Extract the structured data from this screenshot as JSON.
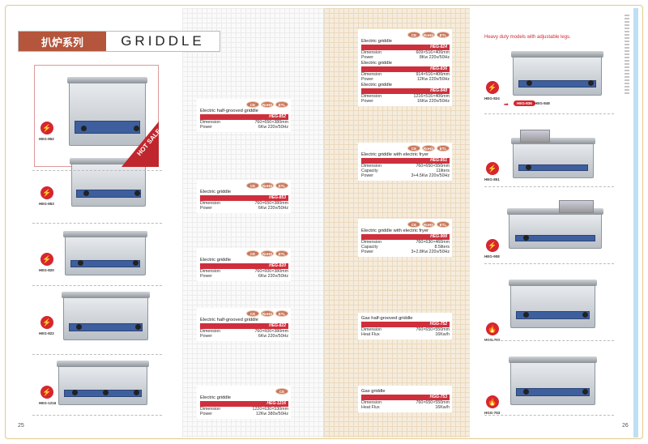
{
  "header": {
    "category_cn": "扒炉系列",
    "title": "GRIDDLE"
  },
  "hot_sale": "HOT SALE",
  "pages": {
    "left": "25",
    "right": "26"
  },
  "note": "Heavy duty models with adjustable legs.",
  "certs": [
    "CE",
    "RoHS",
    "ETL"
  ],
  "colors": {
    "accent": "#cf2f3c",
    "header": "#b4553c",
    "panel": "#3e5f9e"
  },
  "left_products": [
    {
      "model": "HEG-852",
      "type": "electric"
    },
    {
      "model": "HEG-853",
      "type": "electric"
    },
    {
      "model": "HEG-820",
      "type": "electric"
    },
    {
      "model": "HEG-822",
      "type": "electric"
    },
    {
      "model": "HEG-1216",
      "type": "electric"
    }
  ],
  "right_products": [
    {
      "model": "HEG-824",
      "type": "electric",
      "model_alt": "HEG-836",
      "model_alt2": "HEG-848"
    },
    {
      "model": "HEG-851",
      "type": "electric"
    },
    {
      "model": "HEG-908",
      "type": "electric"
    },
    {
      "model": "HGG-752",
      "type": "gas"
    },
    {
      "model": "HGG-753",
      "type": "gas"
    }
  ],
  "left_cards": [
    {
      "certs": 3,
      "entries": [
        {
          "title": "Electric half-grooved griddle",
          "code": "HEG-852",
          "specs": [
            [
              "Dimension",
              "760×650×380mm"
            ],
            [
              "Power",
              "6Kw   220v/50Hz"
            ]
          ]
        }
      ]
    },
    {
      "certs": 3,
      "entries": [
        {
          "title": "Electric griddle",
          "code": "HEG-853",
          "specs": [
            [
              "Dimension",
              "760×650×380mm"
            ],
            [
              "Power",
              "6Kw   220v/50Hz"
            ]
          ]
        }
      ]
    },
    {
      "certs": 3,
      "entries": [
        {
          "title": "Electric griddle",
          "code": "HEG-820",
          "specs": [
            [
              "Dimension",
              "760×600×380mm"
            ],
            [
              "Power",
              "6Kw   220v/50Hz"
            ]
          ]
        }
      ]
    },
    {
      "certs": 3,
      "entries": [
        {
          "title": "Electric half-grooved griddle",
          "code": "HEG-822",
          "specs": [
            [
              "Dimension",
              "760×600×380mm"
            ],
            [
              "Power",
              "6Kw   220v/50Hz"
            ]
          ]
        }
      ]
    },
    {
      "certs": 1,
      "entries": [
        {
          "title": "Electric griddle",
          "code": "HEG-1216",
          "specs": [
            [
              "Dimension",
              "1220×630×530mm"
            ],
            [
              "Power",
              "12Kw   380v/50Hz"
            ]
          ]
        }
      ]
    }
  ],
  "right_cards": [
    {
      "certs": 3,
      "entries": [
        {
          "title": "Electric griddle",
          "code": "HEG-824",
          "specs": [
            [
              "Dimension",
              "609×516×406mm"
            ],
            [
              "Power",
              "8Kw   220v/50Hz"
            ]
          ]
        },
        {
          "title": "Electric griddle",
          "code": "HEG-836",
          "specs": [
            [
              "Dimension",
              "914×516×406mm"
            ],
            [
              "Power",
              "12Kw   220v/50Hz"
            ]
          ]
        },
        {
          "title": "Electric griddle",
          "code": "HEG-848",
          "specs": [
            [
              "Dimension",
              "1216×516×406mm"
            ],
            [
              "Power",
              "16Kw   220v/50Hz"
            ]
          ]
        }
      ]
    },
    {
      "certs": 3,
      "entries": [
        {
          "title": "Electric griddle with electric fryer",
          "code": "HEG-851",
          "specs": [
            [
              "Dimension",
              "760×650×550mm"
            ],
            [
              "Capacity",
              "11liters"
            ],
            [
              "Power",
              "3+4.5Kw 220v/50Hz"
            ]
          ]
        }
      ]
    },
    {
      "certs": 3,
      "entries": [
        {
          "title": "Electric griddle with electric fryer",
          "code": "HEG-908",
          "specs": [
            [
              "Dimension",
              "760×630×460mm"
            ],
            [
              "Capacity",
              "8.5liters"
            ],
            [
              "Power",
              "3+2.8Kw 220v/50Hz"
            ]
          ]
        }
      ]
    },
    {
      "certs": 0,
      "entries": [
        {
          "title": "Gas half-grooved griddle",
          "code": "HGG-752",
          "specs": [
            [
              "Dimension",
              "760×650×550mm"
            ],
            [
              "Heat Flux",
              "16Kw/h"
            ]
          ]
        }
      ]
    },
    {
      "certs": 0,
      "entries": [
        {
          "title": "Gas griddle",
          "code": "HGG-753",
          "specs": [
            [
              "Dimension",
              "760×650×550mm"
            ],
            [
              "Heat Flux",
              "16Kw/h"
            ]
          ]
        }
      ]
    }
  ]
}
